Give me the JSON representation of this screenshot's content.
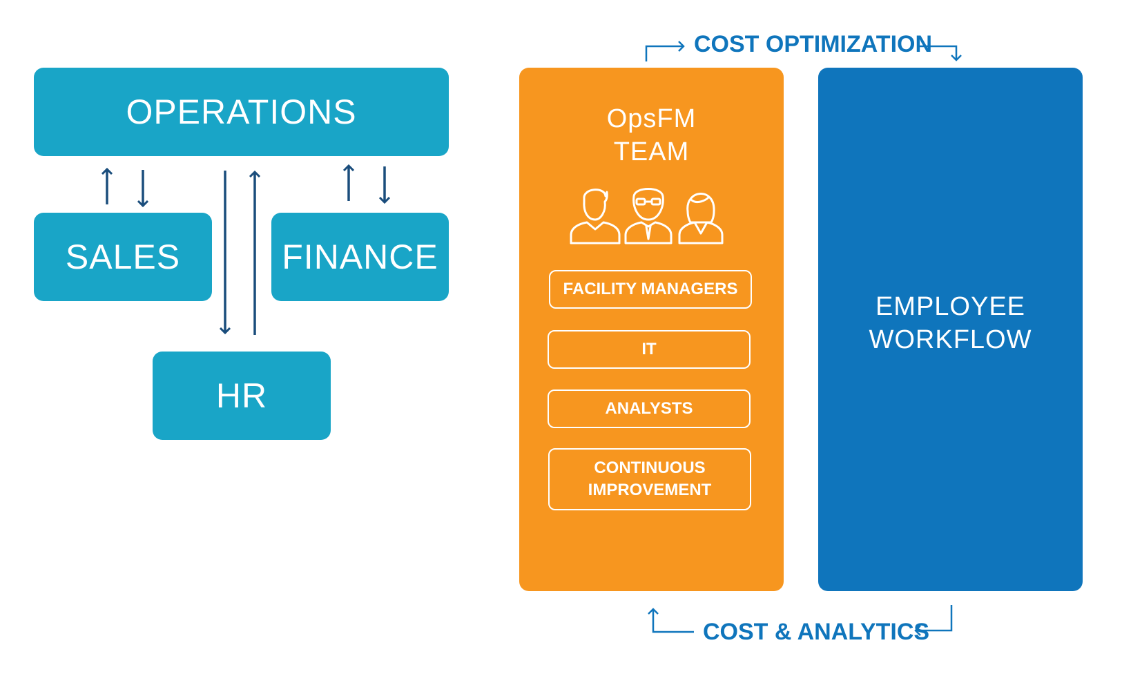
{
  "left_chart": {
    "operations": "OPERATIONS",
    "sales": "SALES",
    "finance": "FINANCE",
    "hr": "HR"
  },
  "team_panel": {
    "title_line1": "OpsFM",
    "title_line2": "TEAM",
    "icons": [
      "man-icon",
      "man-with-glasses-icon",
      "woman-icon"
    ],
    "roles": {
      "facility_managers": "FACILITY MANAGERS",
      "it": "IT",
      "analysts": "ANALYSTS",
      "continuous_line1": "CONTINUOUS",
      "continuous_line2": "IMPROVEMENT"
    }
  },
  "workflow_panel": {
    "line1": "EMPLOYEE",
    "line2": "WORKFLOW"
  },
  "flows": {
    "top_label": "COST OPTIMIZATION",
    "bottom_label": "COST & ANALYTICS"
  },
  "colors": {
    "teal": "#19a5c7",
    "orange": "#f7961f",
    "blue": "#0f75bc",
    "arrow": "#1a4d7c"
  }
}
